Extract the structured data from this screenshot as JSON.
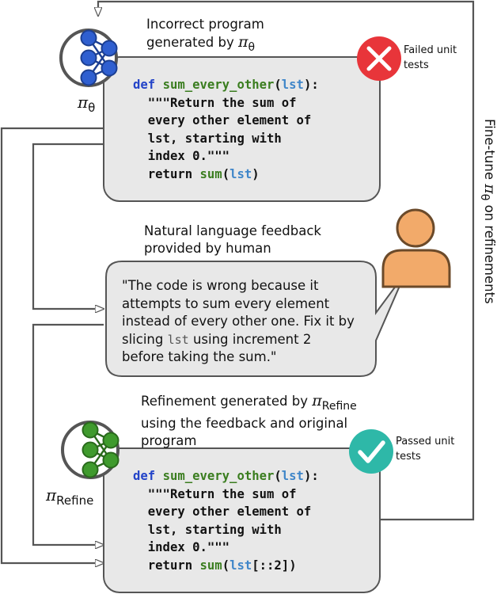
{
  "policy_top": {
    "label_symbol": "π",
    "label_subscript": "θ",
    "caption_line1": "Incorrect program",
    "caption_line2_prefix": "generated by",
    "caption_line2_symbol": "π",
    "caption_line2_subscript": "θ",
    "node_color": "#2f5fd0"
  },
  "policy_bottom": {
    "label_symbol": "π",
    "label_subscript": "Refine",
    "caption_line1_prefix": "Refinement generated by",
    "caption_line1_symbol": "π",
    "caption_line1_subscript": "Refine",
    "caption_line2": "using the feedback and original",
    "caption_line3": "program",
    "node_color": "#3f9a2d"
  },
  "incorrect_code": {
    "def": "def",
    "fn": "sum_every_other",
    "open": "(",
    "arg": "lst",
    "close": "):",
    "doc1": "\"\"\"Return the sum of",
    "doc2": "every other element of",
    "doc3": "lst, starting with",
    "doc4": "index 0.\"\"\"",
    "ret": "return",
    "ret_fn": "sum",
    "ret_open": "(",
    "ret_arg": "lst",
    "ret_close": ")"
  },
  "refined_code": {
    "def": "def",
    "fn": "sum_every_other",
    "open": "(",
    "arg": "lst",
    "close": "):",
    "doc1": "\"\"\"Return the sum of",
    "doc2": "every other element of",
    "doc3": "lst, starting with",
    "doc4": "index 0.\"\"\"",
    "ret": "return",
    "ret_fn": "sum",
    "ret_open": "(",
    "ret_arg": "lst",
    "ret_close": "[::2])"
  },
  "feedback": {
    "title_line1": "Natural language feedback",
    "title_line2": "provided by human",
    "line1": "\"The code is wrong because it",
    "line2": "attempts to sum every element",
    "line3": "instead of every other one. Fix it by",
    "line4_prefix": "slicing",
    "line4_code": "lst",
    "line4_suffix": "using increment 2",
    "line5": "before taking the sum.\"",
    "human_color": "#f2aa6a"
  },
  "status_failed": {
    "line1": "Failed unit",
    "line2": "tests",
    "color": "#e8353a",
    "icon": "x-mark-icon"
  },
  "status_passed": {
    "line1": "Passed unit",
    "line2": "tests",
    "color": "#2eb8a8",
    "icon": "check-mark-icon"
  },
  "finetune": {
    "prefix": "Fine-tune",
    "symbol": "π",
    "subscript": "θ",
    "suffix": "on refinements"
  }
}
